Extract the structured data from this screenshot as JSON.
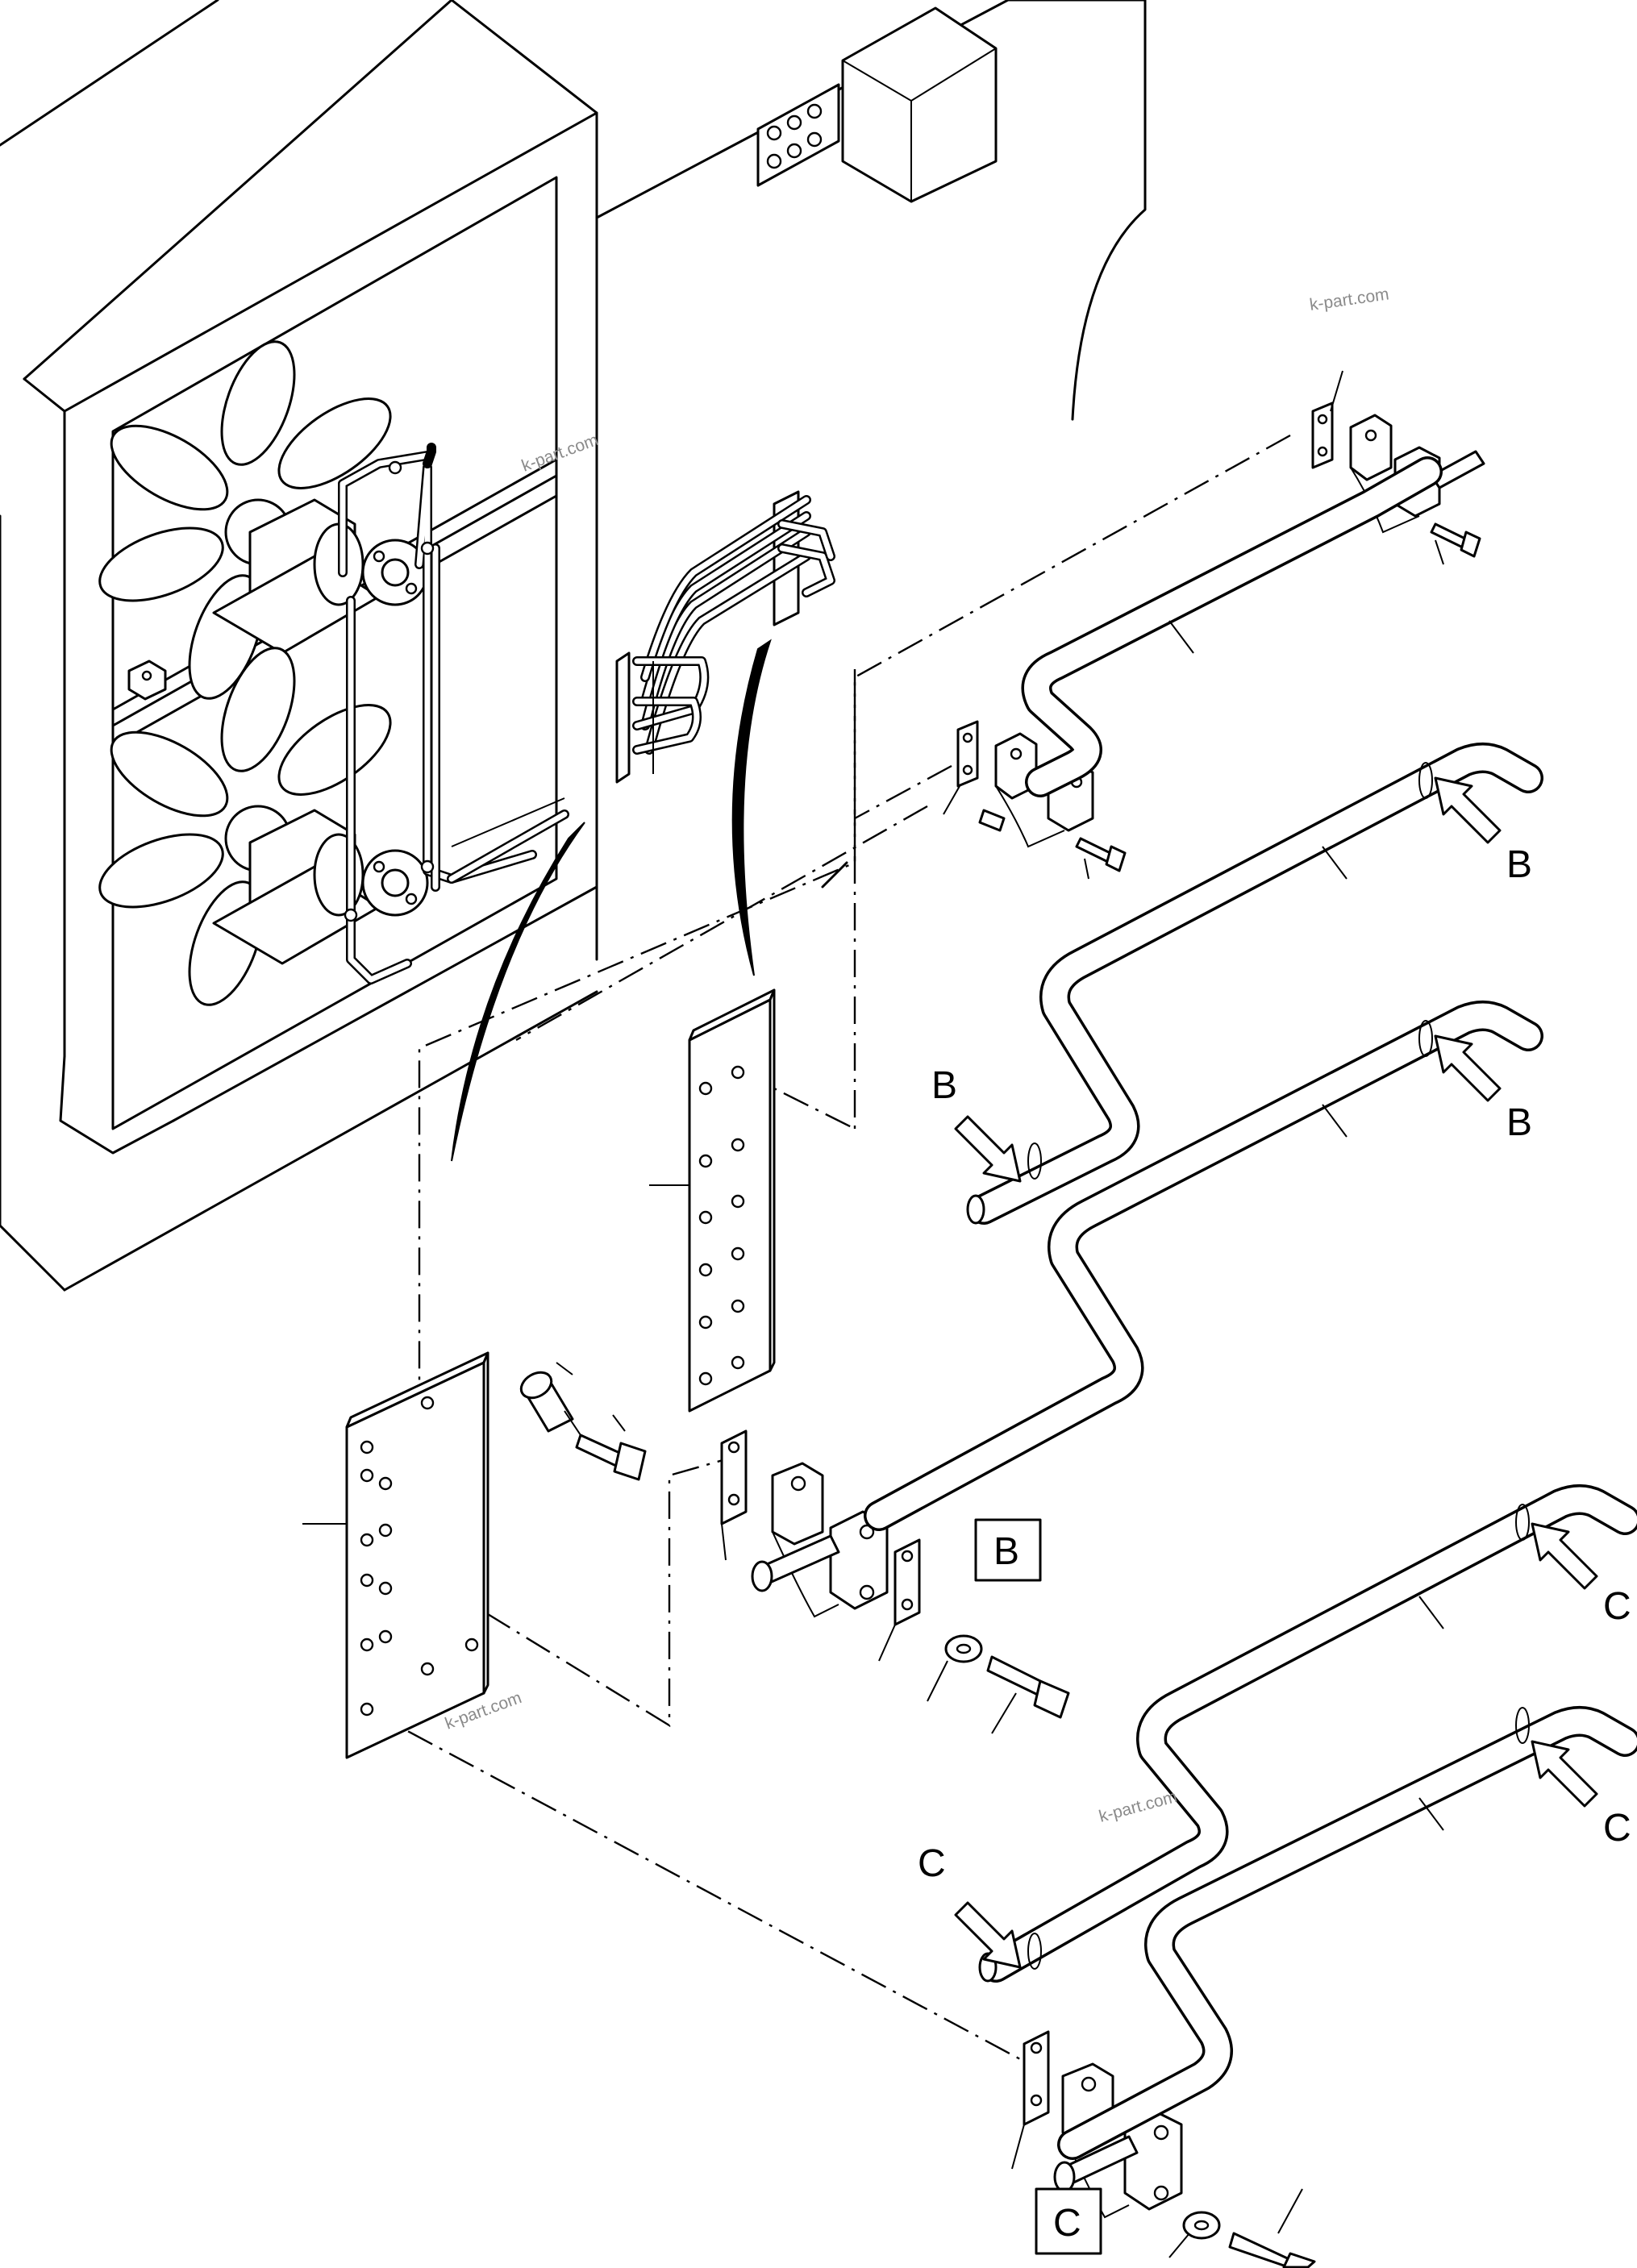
{
  "labels": {
    "b_top_right": "B",
    "b_mid_right": "B",
    "b_mid_left": "B",
    "b_box": "B",
    "c_right_1": "C",
    "c_right_2": "C",
    "c_left": "C",
    "c_box": "C"
  },
  "watermarks": [
    "k-part.com",
    "k-part.com",
    "k-part.com",
    "k-part.com"
  ]
}
